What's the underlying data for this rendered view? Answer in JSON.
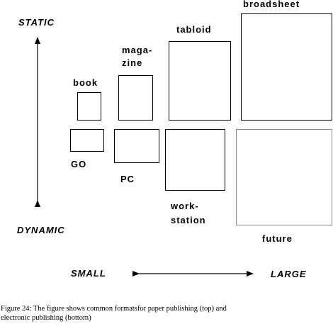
{
  "axes": {
    "top": "STATIC",
    "bottom": "DYNAMIC",
    "left": "SMALL",
    "right": "LARGE"
  },
  "paper": {
    "book": "book",
    "magazine_line1": "maga-",
    "magazine_line2": "zine",
    "tabloid": "tabloid",
    "broadsheet": "broadsheet"
  },
  "electronic": {
    "go": "GO",
    "pc": "PC",
    "workstation_line1": "work-",
    "workstation_line2": "station",
    "future": "future"
  },
  "caption": {
    "line1": "Figure 24: The figure shows common formatsfor paper publishing (top)  and",
    "line2": "electronic publishing (bottom)"
  }
}
